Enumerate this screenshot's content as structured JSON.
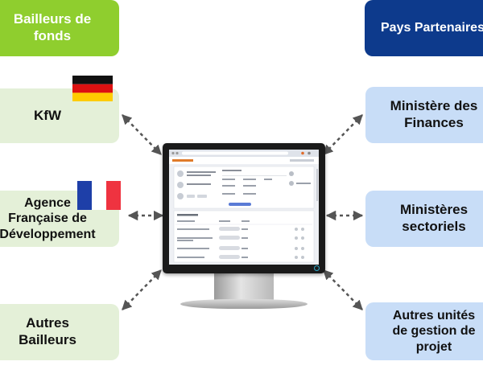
{
  "left": {
    "header": "Bailleurs de\nfonds",
    "boxes": [
      {
        "label": "KfW",
        "flag": "germany"
      },
      {
        "label": "Agence\nFrançaise de\nDéveloppement",
        "flag": "france"
      },
      {
        "label": "Autres\nBailleurs"
      }
    ]
  },
  "right": {
    "header": "Pays Partenaires",
    "boxes": [
      {
        "label": "Ministère des\nFinances"
      },
      {
        "label": "Ministères\nsectoriels"
      },
      {
        "label": "Autres unités\nde gestion de\nprojet"
      }
    ]
  },
  "colors": {
    "green_header": "#8fce2e",
    "navy_header": "#0d3a8c",
    "light_green": "#e4f0d8",
    "light_blue": "#c8ddf7",
    "arrow": "#555555"
  },
  "center": {
    "icon": "computer-monitor-icon"
  }
}
